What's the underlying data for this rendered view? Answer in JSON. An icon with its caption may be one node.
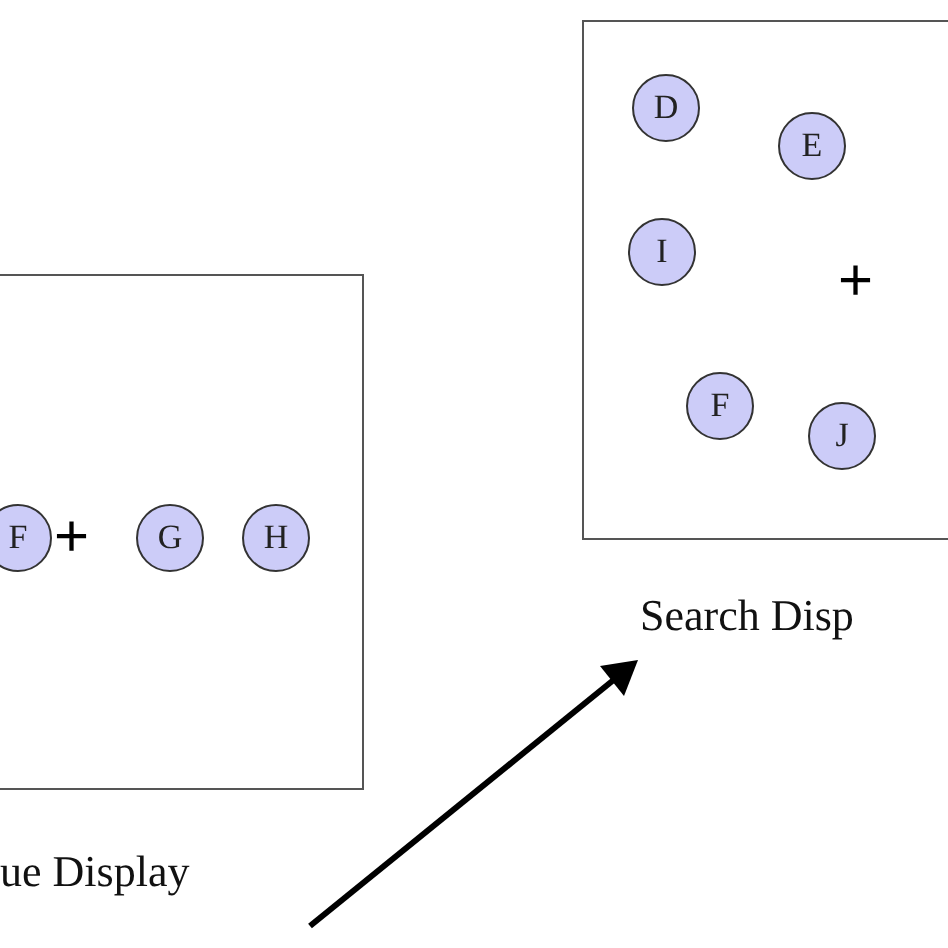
{
  "diagram": {
    "nodes": [
      {
        "text": [
          "ue Display"
        ]
      },
      {
        "text": [
          "F"
        ],
        "in": 0
      },
      {
        "text": [
          "G"
        ],
        "in": 0
      },
      {
        "text": [
          "H"
        ],
        "in": 0
      },
      {
        "text": [
          "Search Disp"
        ]
      },
      {
        "text": [
          "D"
        ],
        "in": 4
      },
      {
        "text": [
          "E"
        ],
        "in": 4
      },
      {
        "text": [
          "I"
        ],
        "in": 4
      },
      {
        "text": [
          "F"
        ],
        "in": 4
      },
      {
        "text": [
          "J"
        ],
        "in": 4
      }
    ],
    "edges": [],
    "labels": [
      "+",
      "+"
    ]
  }
}
